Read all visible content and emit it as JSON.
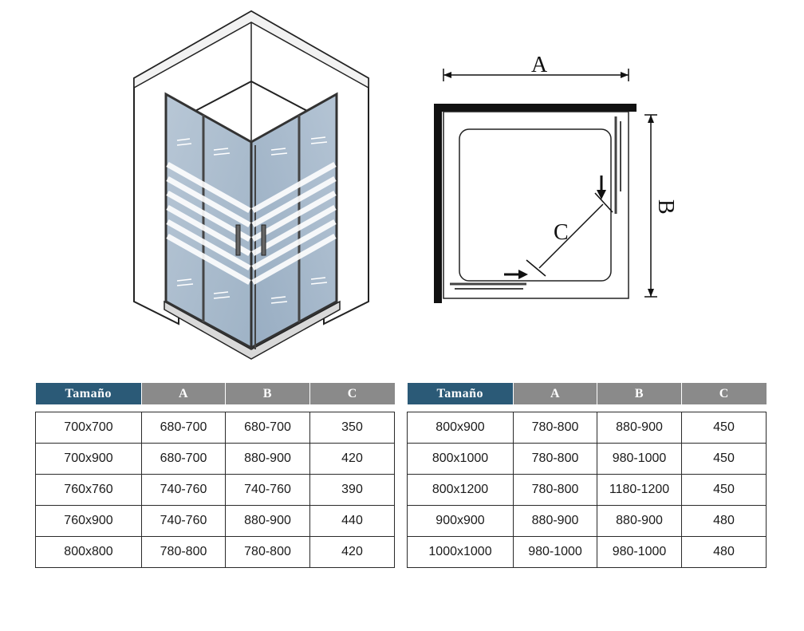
{
  "diagram": {
    "label_a": "A",
    "label_b": "B",
    "label_c": "C"
  },
  "tables": {
    "headers": [
      "Tamaño",
      "A",
      "B",
      "C"
    ],
    "left": [
      [
        "700x700",
        "680-700",
        "680-700",
        "350"
      ],
      [
        "700x900",
        "680-700",
        "880-900",
        "420"
      ],
      [
        "760x760",
        "740-760",
        "740-760",
        "390"
      ],
      [
        "760x900",
        "740-760",
        "880-900",
        "440"
      ],
      [
        "800x800",
        "780-800",
        "780-800",
        "420"
      ]
    ],
    "right": [
      [
        "800x900",
        "780-800",
        "880-900",
        "450"
      ],
      [
        "800x1000",
        "780-800",
        "980-1000",
        "450"
      ],
      [
        "800x1200",
        "780-800",
        "1180-1200",
        "450"
      ],
      [
        "900x900",
        "880-900",
        "880-900",
        "480"
      ],
      [
        "1000x1000",
        "980-1000",
        "980-1000",
        "480"
      ]
    ]
  }
}
